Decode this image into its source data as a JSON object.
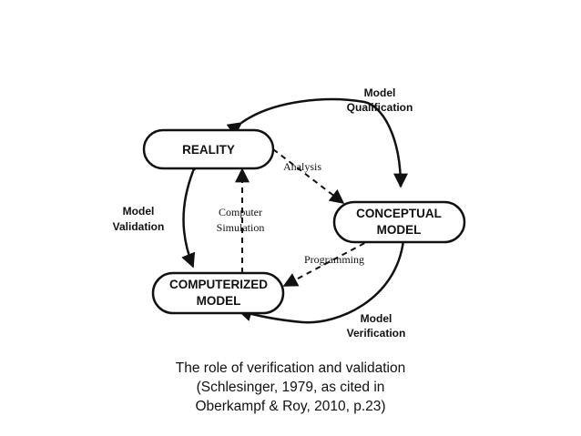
{
  "diagram": {
    "nodes": {
      "reality": "REALITY",
      "conceptual_line1": "CONCEPTUAL",
      "conceptual_line2": "MODEL",
      "computerized_line1": "COMPUTERIZED",
      "computerized_line2": "MODEL"
    },
    "processes": {
      "analysis": "Analysis",
      "programming": "Programming",
      "simulation_line1": "Computer",
      "simulation_line2": "Simulation"
    },
    "cycle_labels": {
      "qualification_line1": "Model",
      "qualification_line2": "Qualification",
      "verification_line1": "Model",
      "verification_line2": "Verification",
      "validation_line1": "Model",
      "validation_line2": "Validation"
    },
    "colors": {
      "stroke": "#111111",
      "node_fill": "#ffffff"
    }
  },
  "caption": {
    "line1": "The role of verification and validation",
    "line2": "(Schlesinger, 1979, as cited in",
    "line3": "Oberkampf & Roy, 2010, p.23)"
  }
}
